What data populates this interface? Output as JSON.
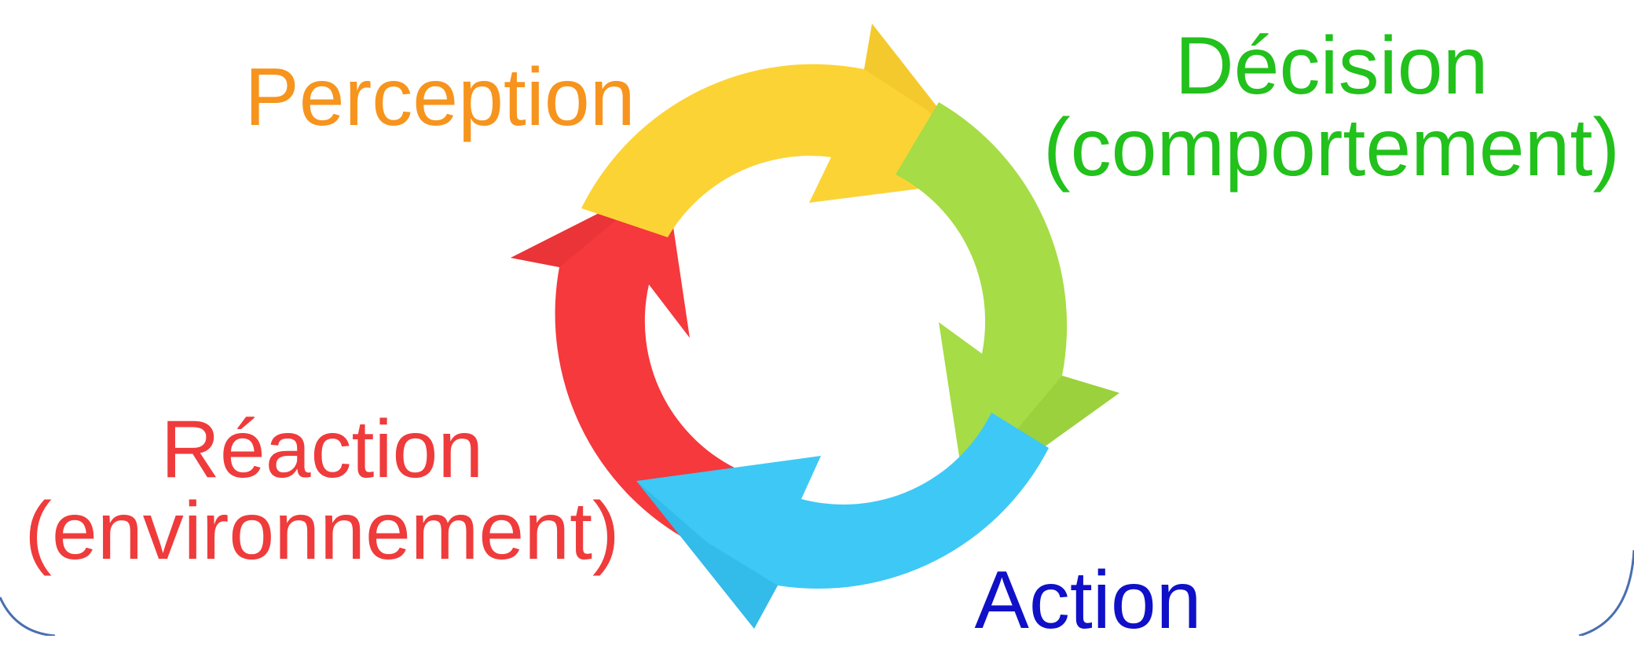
{
  "labels": {
    "perception": "Perception",
    "decision": "Décision\n(comportement)",
    "reaction": "Réaction\n(environnement)",
    "action": "Action"
  },
  "colors": {
    "perception": "#f7941d",
    "decision": "#22c11c",
    "reaction": "#ef3b3b",
    "action": "#1010c8",
    "arrow_yellow": "#fbd335",
    "arrow_green": "#a6dc45",
    "arrow_blue": "#3ec8f5",
    "arrow_red": "#f5393c",
    "frame_line": "#4a6fb0"
  },
  "icons": {
    "cycle": "circular-arrows-icon"
  }
}
